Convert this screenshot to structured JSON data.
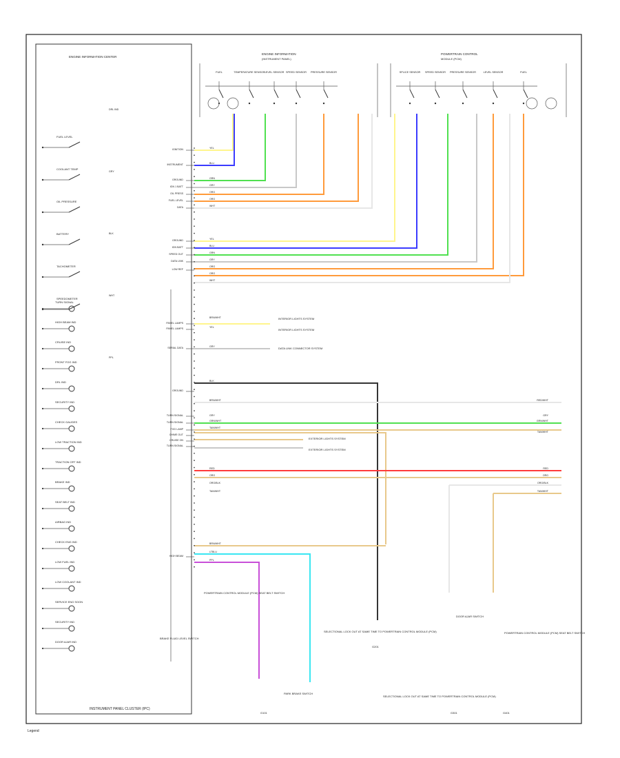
{
  "colors": {
    "ylw": "#fff58c",
    "blu": "#3a3aff",
    "grn": "#4fe04f",
    "gry": "#c8c8c8",
    "org": "#ff9a3a",
    "ppl": "#c84fd8",
    "ltblu": "#39e6f2",
    "red": "#ff3a3a",
    "tan": "#e8c88a",
    "blk": "#333333",
    "wht": "#e6e6e6"
  },
  "cluster": {
    "title": "INSTRUMENT PANEL CLUSTER (IPC)",
    "header": "ENGINE INFORMATION CENTER",
    "gauges": [
      "FUEL LEVEL",
      "COOLANT TEMP",
      "OIL PRESSURE",
      "BATTERY",
      "TACHOMETER",
      "SPEEDOMETER"
    ],
    "indicators": [
      "TURN SIGNAL",
      "HIGH BEAM IND",
      "CRUISE IND",
      "FRONT FOG IND",
      "DRL IND",
      "SECURITY IND",
      "CHECK GAUGES",
      "LOW TRACTION IND",
      "TRACTION OFF IND",
      "BRAKE IND",
      "SEAT BELT IND",
      "AIRBAG IND",
      "CHECK ENG IND",
      "LOW FUEL IND",
      "LOW COOLANT IND",
      "SERVICE ENG SOON",
      "SECURITY IND",
      "DOOR AJAR IND"
    ],
    "side_labels": [
      "DRL IND",
      "GRY",
      "BLK",
      "WHT",
      "PPL"
    ]
  },
  "top_sections": [
    {
      "title": "ENGINE INFORMATION",
      "subtitle": "(INSTRUMENT PANEL)",
      "sensors": [
        "FUEL",
        "TEMPERATURE SENSOR",
        "LEVEL SENSOR",
        "SPEED SENSOR",
        "PRESSURE SENSOR"
      ]
    },
    {
      "title": "POWERTRAIN CONTROL",
      "subtitle": "MODULE (PCM)",
      "sensors": [
        "SPLICE SENSOR",
        "SPEED SENSOR",
        "PRESSURE SENSOR",
        "LEVEL SENSOR",
        "FUEL"
      ]
    }
  ],
  "connector_labels": [
    "IGNITION",
    "INSTRUMENT",
    "GROUND",
    "IGN 1 BATT",
    "OIL PRESS",
    "FUEL LEVEL",
    "DATA",
    "GROUND",
    "IGN BATT",
    "SPEED OUT",
    "DATA LINK",
    "LOW REF",
    "PANEL LAMPS",
    "PANEL LAMPS",
    "SERIAL DATA",
    "GROUND",
    "TURN SIGNAL",
    "TURN SIGNAL",
    "FOG LAMP",
    "CHIME OUT",
    "CRUISE ON",
    "TURN SIGNAL",
    "HIGH BEAM"
  ],
  "wire_colors": [
    "YEL",
    "BLU",
    "GRN",
    "GRY",
    "ORG",
    "ORG",
    "WHT",
    "YEL",
    "BLU",
    "GRN",
    "GRY",
    "ORG",
    "ORG",
    "WHT",
    "BRN/WHT",
    "YEL",
    "GRY",
    "BLK",
    "BRN/WHT",
    "GRY",
    "GRN/WHT",
    "TAN/WHT",
    "RED",
    "ORG",
    "ORG/BLK",
    "TAN/WHT",
    "BRN/WHT",
    "LTBLU",
    "PPL"
  ],
  "right_labels": [
    "RED/WHT",
    "GRY",
    "GRN/WHT",
    "TAN/WHT",
    "RED",
    "ORG",
    "ORG/BLK",
    "TAN/WHT"
  ],
  "mid_labels": [
    "INTERIOR LIGHTS SYSTEM",
    "INTERIOR LIGHTS SYSTEM",
    "DATA LINK CONNECTOR SYSTEM",
    "EXTERIOR LIGHTS SYSTEM",
    "EXTERIOR LIGHTS SYSTEM"
  ],
  "bottom_components": [
    "POWERTRAIN CONTROL MODULE (PCM) SEAT BELT SWITCH",
    "BRAKE FLUID LEVEL SWITCH",
    "PARK BRAKE SWITCH",
    "SELECTIONAL LOCK OUT AT SAME TIME TO POWERTRAIN CONTROL MODULE (PCM)",
    "DOOR AJAR SWITCH",
    "SELECTIONAL LOCK OUT AT SAME TIME TO POWERTRAIN CONTROL MODULE (PCM)",
    "POWERTRAIN CONTROL MODULE (PCM) SEAT BELT SWITCH"
  ],
  "grounds": [
    "G101",
    "G201",
    "G301",
    "G401"
  ],
  "footer": "Legend"
}
